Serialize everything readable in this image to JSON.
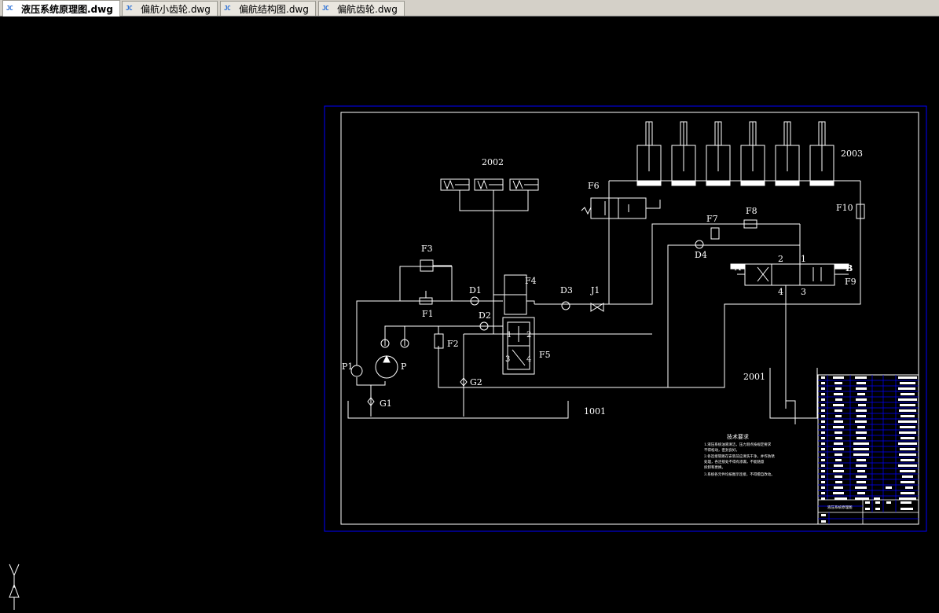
{
  "tabs": [
    {
      "label": "液压系统原理图.dwg",
      "icon": "dwg-file-icon",
      "active": true
    },
    {
      "label": "偏航小齿轮.dwg",
      "icon": "dwg-file-icon",
      "active": false
    },
    {
      "label": "偏航结构图.dwg",
      "icon": "dwg-file-icon",
      "active": false
    },
    {
      "label": "偏航齿轮.dwg",
      "icon": "dwg-file-icon",
      "active": false
    }
  ],
  "tab_icon_text": "JC",
  "colors": {
    "background": "#000000",
    "lines": "#ffffff",
    "sheet_border": "#0000ff",
    "table_grid": "#0000ff"
  },
  "drawing": {
    "group_labels": {
      "g2002": "2002",
      "g2003": "2003",
      "g2001": "2001",
      "g1001": "1001"
    },
    "labels": {
      "f1": "F1",
      "f2": "F2",
      "f3": "F3",
      "f4": "F4",
      "f5": "F5",
      "f6": "F6",
      "f7": "F7",
      "f8": "F8",
      "f9": "F9",
      "f10": "F10",
      "d1": "D1",
      "d2": "D2",
      "d3": "D3",
      "d4": "D4",
      "j1": "J1",
      "p": "P",
      "p1": "P1",
      "g1": "G1",
      "g2": "G2",
      "a": "A",
      "b": "B",
      "port1": "1",
      "port2": "2",
      "port3": "3",
      "port4": "4",
      "f5_p1": "1",
      "f5_p2": "2",
      "f5_p3": "3",
      "f5_p4": "4"
    },
    "notes": {
      "title": "技术要求",
      "lines": [
        "1.液压系统油液清洁，压力测点按规定要求",
        "  不得松动，密封良好。",
        "2.各连接管路在安装前应清洗干净，并作防锈",
        "  处理，各连接处不得有渗漏，不能随意",
        "  拆卸和更换。",
        "3.系统各元件均按图示连接，不得擅自改动。"
      ]
    },
    "title_block": {
      "name": "液压系统原理图"
    }
  },
  "ucs": {
    "y_label": "Y"
  }
}
